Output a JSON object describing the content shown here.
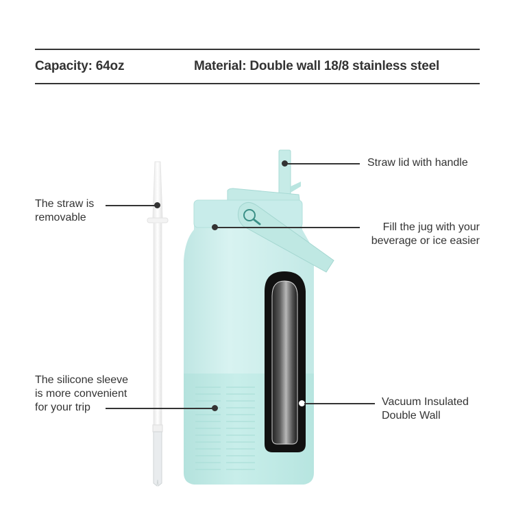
{
  "specs": {
    "capacity": "Capacity: 64oz",
    "material": "Material: Double wall 18/8 stainless steel"
  },
  "callouts": {
    "straw_lid": "Straw lid with handle",
    "fill_line1": "Fill the jug with your",
    "fill_line2": "beverage or ice easier",
    "straw_line1": "The straw is",
    "straw_line2": "removable",
    "sleeve_line1": "The silicone sleeve",
    "sleeve_line2": "is more convenient",
    "sleeve_line3": "for your trip",
    "vacuum_line1": "Vacuum Insulated",
    "vacuum_line2": "Double Wall"
  },
  "colors": {
    "bottle": "#cdeeec",
    "sleeve": "#bfe8e3",
    "text": "#333333",
    "accent": "#3a8f86"
  }
}
